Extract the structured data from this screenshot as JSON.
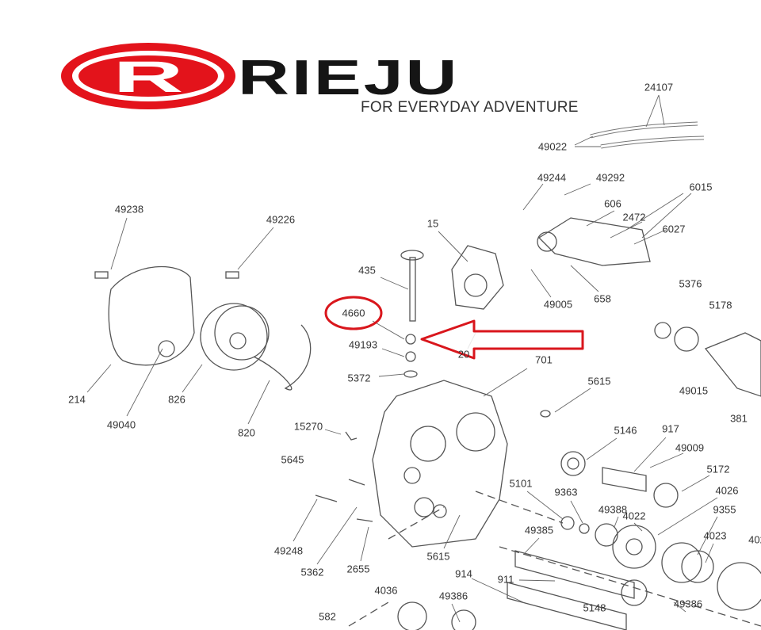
{
  "logo": {
    "brand": "RIEJU",
    "emblem_letter": "R",
    "tagline": "FOR EVERYDAY ADVENTURE",
    "brand_color": "#e3131b"
  },
  "highlight": {
    "part_number": "4660",
    "color": "#d9161c",
    "marker": "circle-and-arrow"
  },
  "part_labels": [
    "24107",
    "49022",
    "49244",
    "49292",
    "6015",
    "606",
    "2472",
    "6027",
    "15",
    "49238",
    "49226",
    "435",
    "4660",
    "49193",
    "5372",
    "20",
    "49005",
    "658",
    "5376",
    "5178",
    "49015",
    "381",
    "701",
    "5615",
    "214",
    "49040",
    "826",
    "820",
    "15270",
    "5146",
    "917",
    "49009",
    "5645",
    "5172",
    "5101",
    "9363",
    "4026",
    "49388",
    "9355",
    "4022",
    "49385",
    "4023",
    "402",
    "49248",
    "5362",
    "2655",
    "5615",
    "914",
    "911",
    "4036",
    "49386",
    "49386",
    "5148",
    "582"
  ]
}
